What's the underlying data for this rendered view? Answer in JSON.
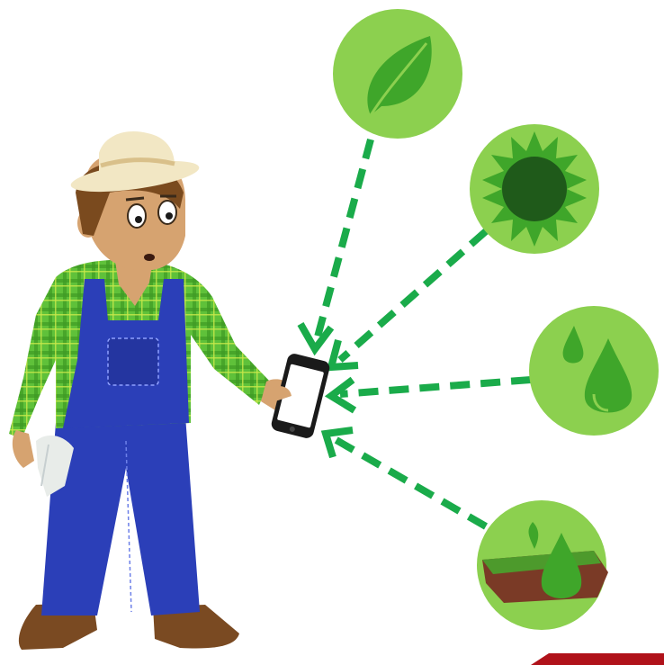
{
  "colors": {
    "circle_fill": "#8cd04f",
    "icon_green": "#3fa62a",
    "icon_dark": "#1f5a1a",
    "arrow_green": "#1aab4a",
    "shirt_green": "#5fc13a",
    "overalls_blue": "#2b3fb8",
    "skin": "#d6a370",
    "hair": "#7a4a1e",
    "hat": "#f2e7c4",
    "boots": "#7a4a22",
    "soil": "#7a3a26",
    "accent_red": "#b0121a"
  },
  "figure": {
    "person": "farmer-in-overalls",
    "device": "smartphone"
  },
  "sources": [
    {
      "id": "leaf",
      "icon": "leaf-icon"
    },
    {
      "id": "sun",
      "icon": "sun-icon"
    },
    {
      "id": "water",
      "icon": "water-drops-icon"
    },
    {
      "id": "soil-moisture",
      "icon": "soil-moisture-icon"
    }
  ],
  "connections": [
    {
      "from": "leaf",
      "to": "smartphone",
      "style": "dashed-arrow"
    },
    {
      "from": "sun",
      "to": "smartphone",
      "style": "dashed-arrow"
    },
    {
      "from": "water",
      "to": "smartphone",
      "style": "dashed-arrow"
    },
    {
      "from": "soil-moisture",
      "to": "smartphone",
      "style": "dashed-arrow"
    }
  ]
}
